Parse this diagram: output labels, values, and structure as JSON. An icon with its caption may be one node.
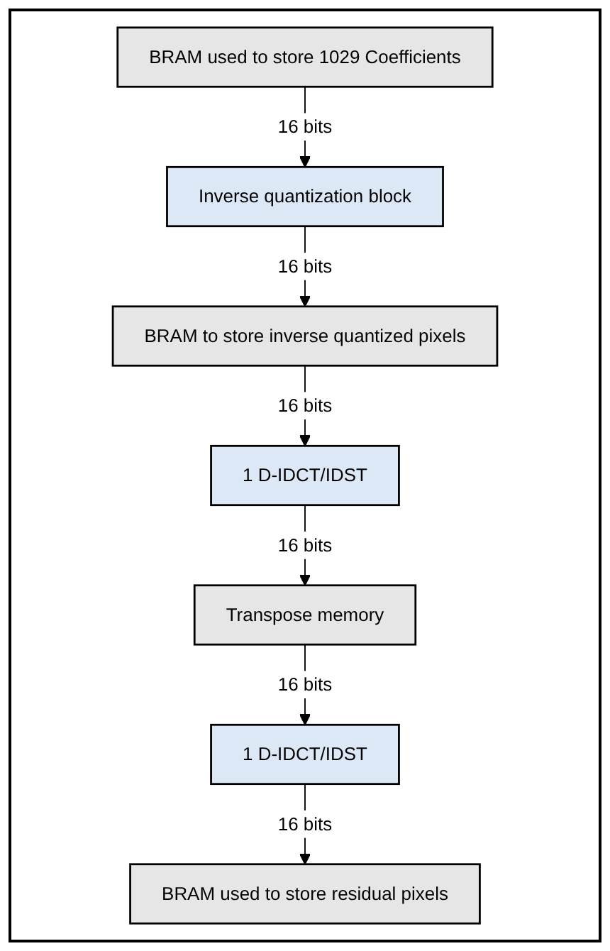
{
  "diagram": {
    "nodes": [
      {
        "text": [
          "BRAM used to store 1029 Coefficients"
        ]
      },
      {
        "text": [
          "Inverse quantization block"
        ]
      },
      {
        "text": [
          "BRAM to store inverse quantized pixels"
        ]
      },
      {
        "text": [
          "1 D-IDCT/IDST"
        ]
      },
      {
        "text": [
          "Transpose memory"
        ]
      },
      {
        "text": [
          "1 D-IDCT/IDST"
        ]
      },
      {
        "text": [
          "BRAM used to store residual pixels"
        ]
      }
    ],
    "edges": [
      {
        "from": 0,
        "to": 1,
        "arrow": "to",
        "label": "16 bits"
      },
      {
        "from": 1,
        "to": 2,
        "arrow": "to",
        "label": "16 bits"
      },
      {
        "from": 2,
        "to": 3,
        "arrow": "to",
        "label": "16 bits"
      },
      {
        "from": 3,
        "to": 4,
        "arrow": "to",
        "label": "16 bits"
      },
      {
        "from": 4,
        "to": 5,
        "arrow": "to",
        "label": "16 bits"
      },
      {
        "from": 5,
        "to": 6,
        "arrow": "to",
        "label": "16 bits"
      }
    ]
  }
}
